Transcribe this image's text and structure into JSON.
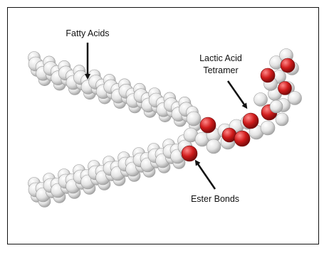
{
  "labels": {
    "fatty_acids": "Fatty Acids",
    "lactic_acid_line1": "Lactic Acid",
    "lactic_acid_line2": "Tetramer",
    "ester_bonds": "Ester Bonds"
  },
  "colors": {
    "carbon_hydrogen": "#e6e6e6",
    "oxygen": "#cc1f1f",
    "outline": "#9a9a9a",
    "frame": "#111111"
  }
}
